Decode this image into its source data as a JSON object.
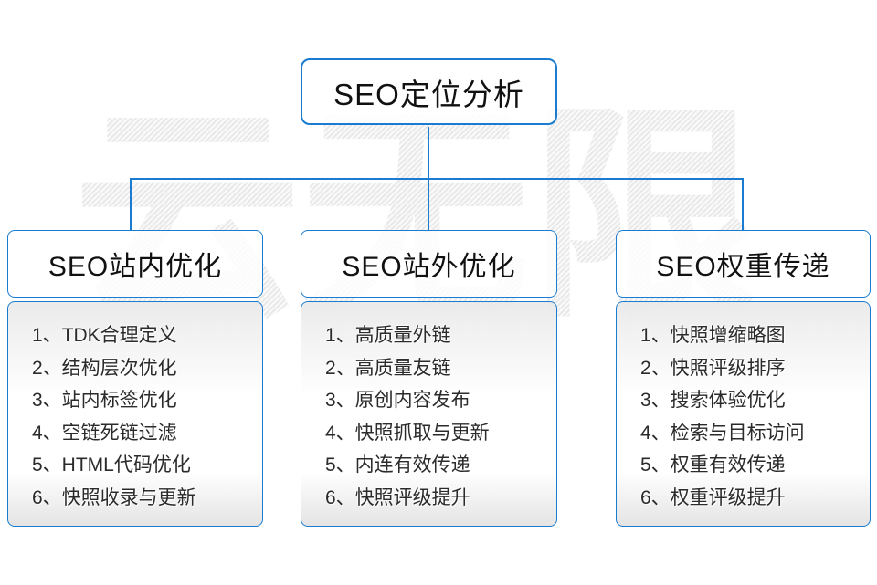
{
  "title": "SEO定位分析",
  "watermark": "云无限",
  "colors": {
    "line_blue": "#1a7cd0",
    "text_dark": "#2b2b2b",
    "background": "#ffffff"
  },
  "columns": [
    {
      "header": "SEO站内优化",
      "items": [
        "1、TDK合理定义",
        "2、结构层次优化",
        "3、站内标签优化",
        "4、空链死链过滤",
        "5、HTML代码优化",
        "6、快照收录与更新"
      ]
    },
    {
      "header": "SEO站外优化",
      "items": [
        "1、高质量外链",
        "2、高质量友链",
        "3、原创内容发布",
        "4、快照抓取与更新",
        "5、内连有效传递",
        "6、快照评级提升"
      ]
    },
    {
      "header": "SEO权重传递",
      "items": [
        "1、快照增缩略图",
        "2、快照评级排序",
        "3、搜索体验优化",
        "4、检索与目标访问",
        "5、权重有效传递",
        "6、权重评级提升"
      ]
    }
  ]
}
